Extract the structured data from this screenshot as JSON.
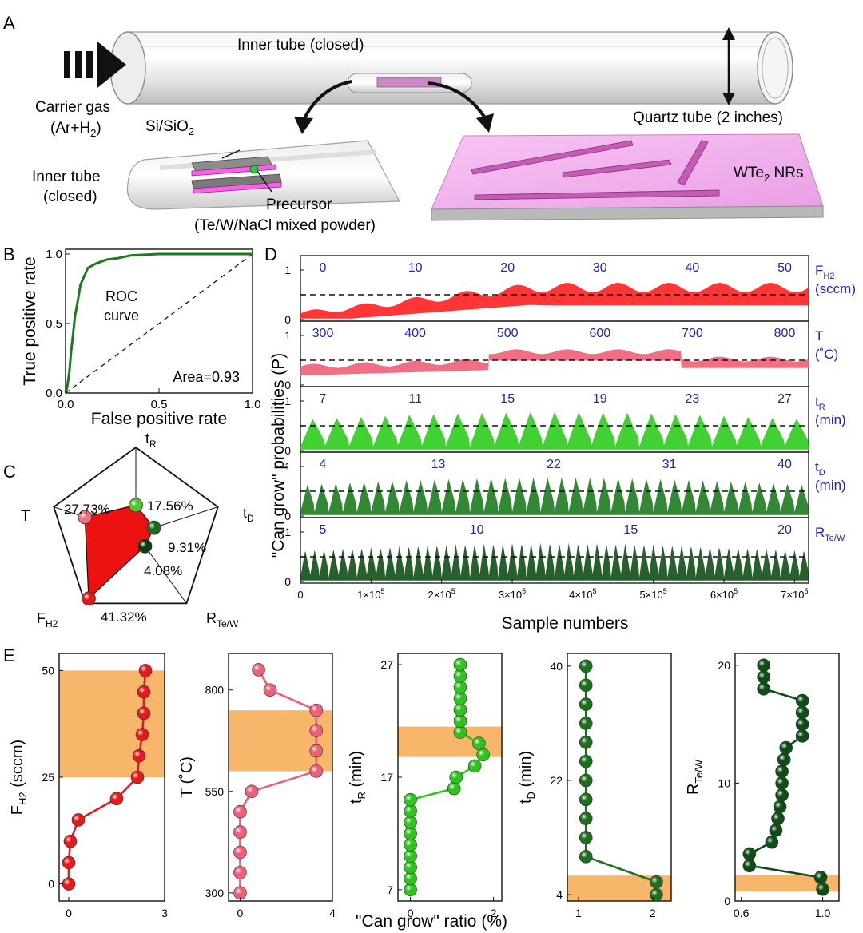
{
  "panelA": {
    "letter": "A",
    "carrier_gas": "Carrier gas",
    "carrier_gas2": "(Ar+H",
    "carrier_sub": "2",
    "carrier_close": ")",
    "inner_tube_top": "Inner tube (closed)",
    "quartz_tube": "Quartz tube (2 inches)",
    "sio2": "Si/SiO",
    "sio2_sub": "2",
    "inner_tube_left1": "Inner tube",
    "inner_tube_left2": "(closed)",
    "precursor1": "Precursor",
    "precursor2": "(Te/W/NaCl mixed powder)",
    "nrs": "WTe",
    "nrs_sub": "2",
    "nrs_tail": " NRs"
  },
  "panelB": {
    "letter": "B",
    "ylabel": "True positive rate",
    "xlabel": "False positive rate",
    "roc1": "ROC",
    "roc2": "curve",
    "area": "Area=0.93",
    "xticks": [
      "0.0",
      "0.5",
      "1.0"
    ],
    "yticks": [
      "0.0",
      "0.5",
      "1.0"
    ]
  },
  "panelC": {
    "letter": "C",
    "axes": {
      "tR": "t",
      "tR_sub": "R",
      "tD": "t",
      "tD_sub": "D",
      "R": "R",
      "R_sub": "Te/W",
      "F": "F",
      "F_sub": "H2",
      "T": "T"
    },
    "values": {
      "T": "27.73%",
      "tR": "17.56%",
      "tD": "9.31%",
      "R": "4.08%",
      "F": "41.32%"
    },
    "fractions": {
      "T": 0.62,
      "tR": 0.33,
      "tD": 0.22,
      "R": 0.18,
      "F": 0.93
    }
  },
  "panelD": {
    "letter": "D",
    "ylabel": "\"Can grow\" probabilities (P)",
    "xlabel": "Sample numbers",
    "xticks": [
      "0",
      "1×10",
      "2×10",
      "3×10",
      "4×10",
      "5×10",
      "6×10",
      "7×10"
    ],
    "xticks_sup": "5",
    "row_tick_1": "1",
    "row_tick_0": "0",
    "rows": [
      {
        "param": "F",
        "sub": "H2",
        "unit": "(sccm)",
        "labels": [
          "0",
          "10",
          "20",
          "30",
          "40",
          "50"
        ],
        "color": "#ff2020"
      },
      {
        "param": "T",
        "sub": "",
        "unit": "(˚C)",
        "labels": [
          "300",
          "400",
          "500",
          "600",
          "700",
          "800"
        ],
        "color": "#ee5f78"
      },
      {
        "param": "t",
        "sub": "R",
        "unit": "(min)",
        "labels": [
          "7",
          "11",
          "15",
          "19",
          "23",
          "27"
        ],
        "color": "#2ecc1c"
      },
      {
        "param": "t",
        "sub": "D",
        "unit": "(min)",
        "labels": [
          "4",
          "13",
          "22",
          "31",
          "40"
        ],
        "color": "#1e7a1e"
      },
      {
        "param": "R",
        "sub": "Te/W",
        "unit": "",
        "labels": [
          "5",
          "10",
          "15",
          "20"
        ],
        "color": "#0f4f16"
      }
    ]
  },
  "panelE": {
    "letter": "E",
    "xlabel": "\"Can grow\" ratio (%)",
    "plots": [
      {
        "ylabel": "F",
        "ysub": "H2",
        "yunit": " (sccm)",
        "yticks": [
          "0",
          "25",
          "50"
        ],
        "xticks": [
          "0",
          "3"
        ],
        "color": "#e41a1c",
        "xlim": [
          -0.3,
          3.0
        ],
        "ylim": [
          -4,
          54
        ],
        "band": [
          25,
          50
        ],
        "y": [
          0,
          5,
          10,
          15,
          20,
          25,
          30,
          35,
          40,
          45,
          50
        ],
        "x": [
          0.0,
          0.0,
          0.05,
          0.3,
          1.5,
          2.15,
          2.2,
          2.3,
          2.35,
          2.35,
          2.4
        ]
      },
      {
        "ylabel": "T",
        "ysub": "",
        "yunit": " (˚C)",
        "yticks": [
          "300",
          "550",
          "800"
        ],
        "xticks": [
          "0",
          "4"
        ],
        "color": "#ee6079",
        "xlim": [
          -0.5,
          4.0
        ],
        "ylim": [
          280,
          890
        ],
        "band": [
          600,
          750
        ],
        "y": [
          300,
          350,
          400,
          450,
          500,
          550,
          600,
          650,
          700,
          750,
          800,
          850
        ],
        "x": [
          0.0,
          0.0,
          0.0,
          0.0,
          0.0,
          0.5,
          3.3,
          3.3,
          3.3,
          3.3,
          1.3,
          0.8
        ]
      },
      {
        "ylabel": "t",
        "ysub": "R",
        "yunit": " (min)",
        "yticks": [
          "7",
          "17",
          "27"
        ],
        "xticks": [
          "0",
          "2"
        ],
        "color": "#2fc31e",
        "xlim": [
          -0.3,
          2.2
        ],
        "ylim": [
          6,
          28
        ],
        "band": [
          18.8,
          21.5
        ],
        "y": [
          7,
          8,
          9,
          10,
          11,
          12,
          13,
          14,
          15,
          16,
          17,
          18,
          19,
          20,
          21,
          22,
          23,
          24,
          25,
          26,
          27
        ],
        "x": [
          0.0,
          0.0,
          0.0,
          0.0,
          0.0,
          0.0,
          0.0,
          0.0,
          0.0,
          1.05,
          1.1,
          1.55,
          1.75,
          1.65,
          1.2,
          1.2,
          1.2,
          1.2,
          1.2,
          1.2,
          1.2
        ]
      },
      {
        "ylabel": "t",
        "ysub": "D",
        "yunit": " (min)",
        "yticks": [
          "4",
          "22",
          "40"
        ],
        "xticks": [
          "1",
          "2"
        ],
        "color": "#1d6e1d",
        "xlim": [
          0.85,
          2.25
        ],
        "ylim": [
          3,
          42
        ],
        "band": [
          3,
          7
        ],
        "y": [
          4,
          6,
          10,
          13,
          16,
          19,
          22,
          25,
          28,
          31,
          34,
          37,
          40
        ],
        "x": [
          2.05,
          2.05,
          1.1,
          1.1,
          1.1,
          1.1,
          1.1,
          1.1,
          1.1,
          1.1,
          1.1,
          1.1,
          1.1
        ]
      },
      {
        "ylabel": "R",
        "ysub": "Te/W",
        "yunit": "",
        "yticks": [
          "0",
          "10",
          "20"
        ],
        "xticks": [
          "0.6",
          "1.0"
        ],
        "color": "#0f4d16",
        "xlim": [
          0.57,
          1.08
        ],
        "ylim": [
          0,
          21
        ],
        "band": [
          0.8,
          2.2
        ],
        "y": [
          1,
          2,
          3,
          4,
          5,
          6,
          7,
          8,
          9,
          10,
          11,
          12,
          13,
          14,
          15,
          16,
          17,
          18,
          19,
          20
        ],
        "x": [
          1.0,
          0.99,
          0.64,
          0.64,
          0.75,
          0.77,
          0.78,
          0.79,
          0.8,
          0.8,
          0.8,
          0.81,
          0.82,
          0.9,
          0.9,
          0.9,
          0.9,
          0.71,
          0.71,
          0.71
        ]
      }
    ]
  }
}
